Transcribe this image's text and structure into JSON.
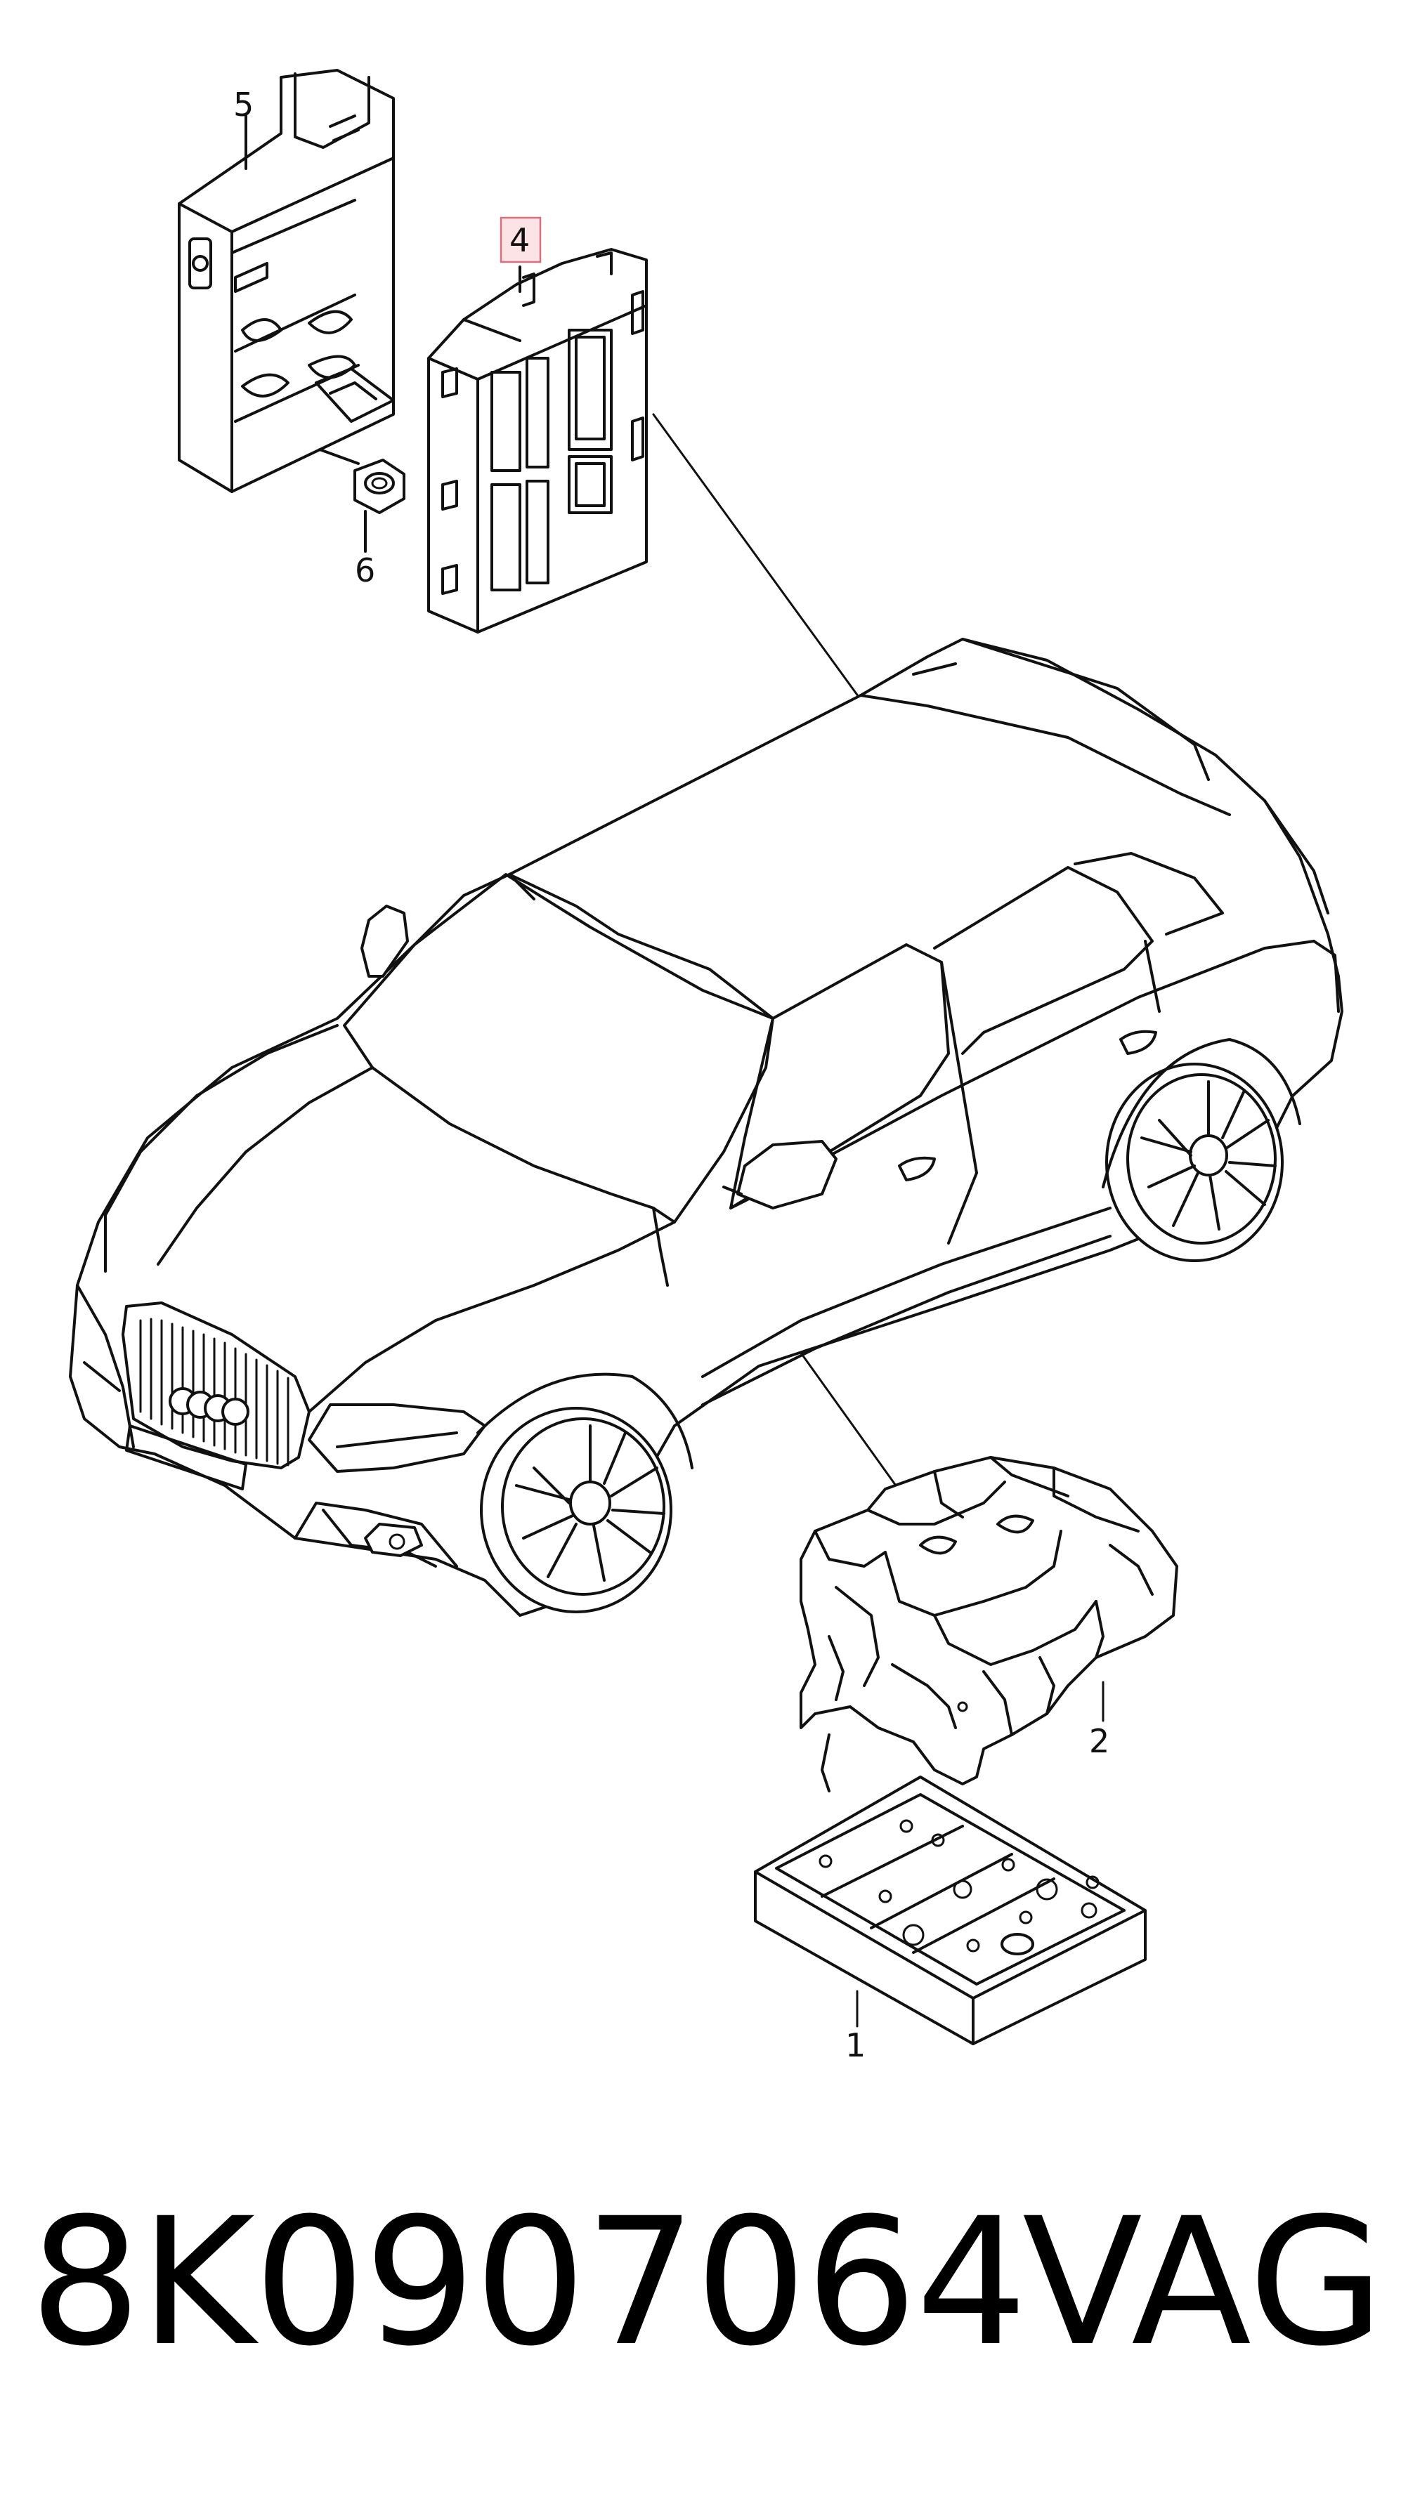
{
  "callouts": [
    {
      "id": "1",
      "label": "1"
    },
    {
      "id": "2",
      "label": "2"
    },
    {
      "id": "4",
      "label": "4",
      "highlighted": true
    },
    {
      "id": "5",
      "label": "5"
    },
    {
      "id": "6",
      "label": "6"
    }
  ],
  "footer": {
    "part_number": "8K0907064",
    "brand": "VAG"
  },
  "colors": {
    "line": "#111111",
    "highlight_fill": "#fbe3e6",
    "highlight_stroke": "#d9707e",
    "background": "#ffffff"
  }
}
